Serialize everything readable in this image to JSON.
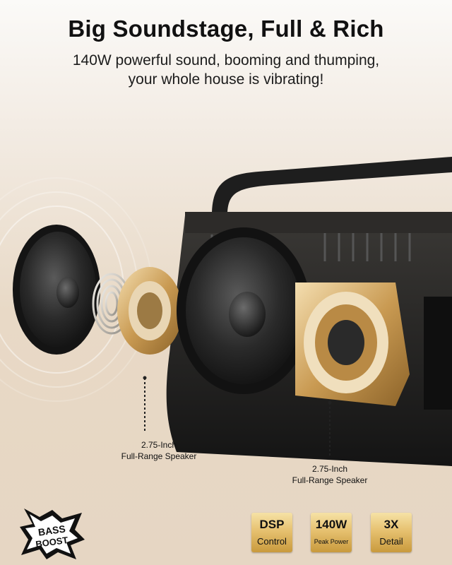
{
  "header": {
    "title": "Big Soundstage, Full & Rich",
    "subtitle_line1": "140W powerful sound, booming and thumping,",
    "subtitle_line2": "your whole house is vibrating!"
  },
  "callouts": {
    "left": {
      "line1": "2.75-Inch",
      "line2": "Full-Range Speaker"
    },
    "right": {
      "line1": "2.75-Inch",
      "line2": "Full-Range Speaker"
    }
  },
  "logo": {
    "line1": "BASS",
    "line2": "BOOST"
  },
  "badges": [
    {
      "main": "DSP",
      "sub": "Control"
    },
    {
      "main": "140W",
      "sub": "Peak Power"
    },
    {
      "main": "3X",
      "sub": "Detail"
    }
  ],
  "colors": {
    "background": "#e8d9c6",
    "speaker_body": "#1c1c1c",
    "gold": "#d7a94f",
    "badge_gold": "#e6c170"
  }
}
